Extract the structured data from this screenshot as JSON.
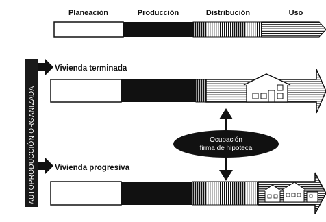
{
  "phases": {
    "planning": "Planeación",
    "production": "Producción",
    "distribution": "Distribución",
    "use": "Uso"
  },
  "side_label": "AUTOPRODUCCIÓN ORGANIZADA",
  "rows": {
    "finished": "Vivienda terminada",
    "progressive": "Vivienda progresiva"
  },
  "event": {
    "line1": "Ocupación",
    "line2": "firma de hipoteca"
  },
  "colors": {
    "ink": "#111111",
    "paper": "#ffffff",
    "side_bar": "#1a1a1a"
  }
}
